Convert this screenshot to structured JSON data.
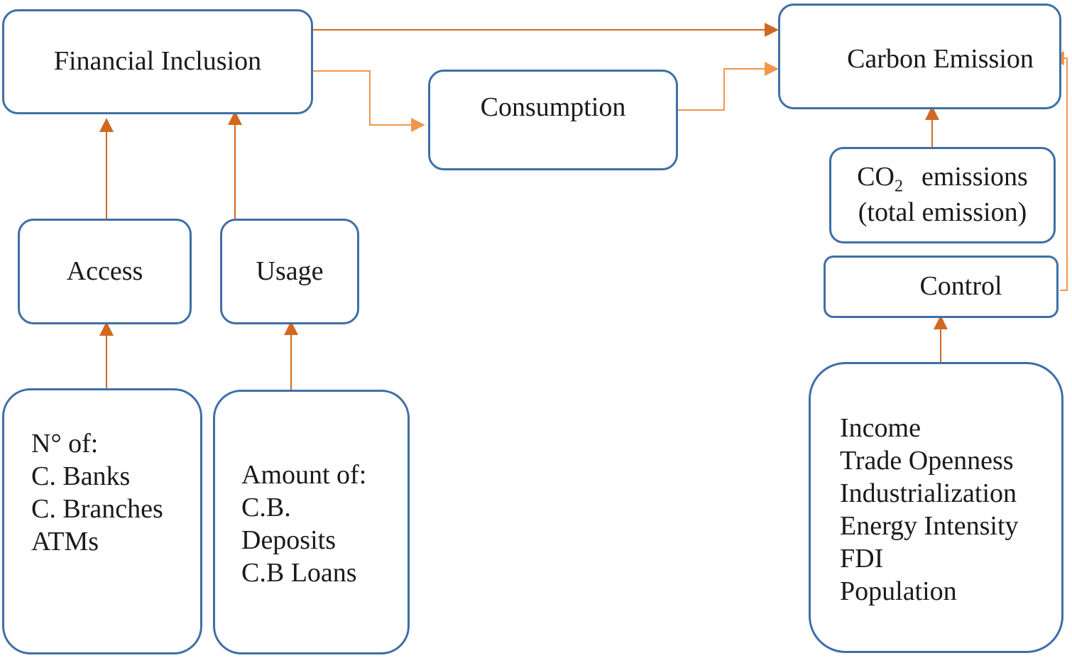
{
  "nodes": {
    "financial_inclusion": "Financial Inclusion",
    "consumption": "Consumption",
    "carbon_emission": "Carbon Emission",
    "co2": {
      "prefix": "CO",
      "subscript": "2",
      "suffix": "emissions",
      "line2": "(total emission)"
    },
    "control": "Control",
    "access": "Access",
    "usage": "Usage",
    "access_indicators": [
      "N° of:",
      "C. Banks",
      "C. Branches",
      "ATMs"
    ],
    "usage_indicators": [
      "Amount of:",
      "C.B.",
      "Deposits",
      "C.B Loans"
    ],
    "control_variables": [
      "Income",
      "Trade Openness",
      "Industrialization",
      "Energy Intensity",
      "FDI",
      "Population"
    ]
  },
  "colors": {
    "box_border": "#3e6fa6",
    "arrow": "#d0691f",
    "arrow_light": "#f0974e"
  }
}
